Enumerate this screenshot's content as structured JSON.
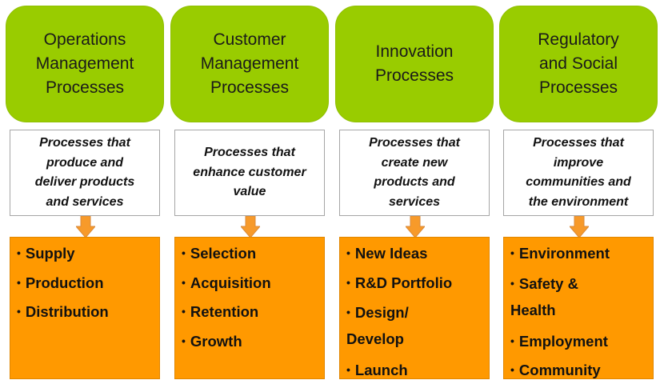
{
  "colors": {
    "header_green": "#99cc00",
    "list_orange": "#ff9900",
    "arrow_orange": "#f79a2a"
  },
  "columns": [
    {
      "header": [
        "Operations",
        "Management",
        "Processes"
      ],
      "description": [
        "Processes that",
        "produce and",
        "deliver products",
        "and services"
      ],
      "items": [
        "Supply",
        "Production",
        "Distribution"
      ]
    },
    {
      "header": [
        "Customer",
        "Management",
        "Processes"
      ],
      "description": [
        "Processes that",
        "enhance customer",
        "value"
      ],
      "items": [
        "Selection",
        "Acquisition",
        "Retention",
        "Growth"
      ]
    },
    {
      "header": [
        "Innovation",
        "Processes"
      ],
      "description": [
        "Processes that",
        "create new",
        "products and",
        "services"
      ],
      "items": [
        "New Ideas",
        "R&D Portfolio",
        "Design/ Develop",
        "Launch"
      ]
    },
    {
      "header": [
        "Regulatory",
        "and Social",
        "Processes"
      ],
      "description": [
        "Processes that",
        "improve",
        "communities and",
        "the environment"
      ],
      "items": [
        "Environment",
        "Safety & Health",
        "Employment",
        "Community"
      ]
    }
  ]
}
